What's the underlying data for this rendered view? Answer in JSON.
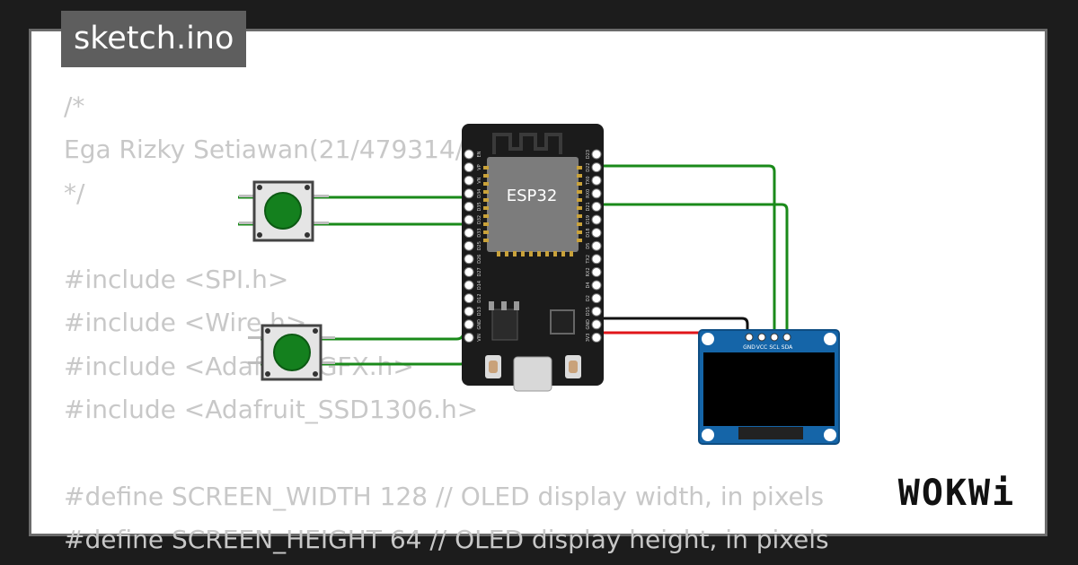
{
  "file_tab": {
    "label": "sketch.ino"
  },
  "code_lines": [
    "/*",
    "Ega Rizky Setiawan(21/479314/SV/19455)",
    "*/",
    "",
    "#include <SPI.h>",
    "#include <Wire.h>",
    "#include <Adafruit_GFX.h>",
    "#include <Adafruit_SSD1306.h>",
    "",
    "#define SCREEN_WIDTH 128 // OLED display width, in pixels",
    "#define SCREEN_HEIGHT 64 // OLED display height, in pixels"
  ],
  "esp32": {
    "label": "ESP32",
    "left_pins": [
      "EN",
      "VP",
      "VN",
      "D34",
      "D35",
      "D32",
      "D33",
      "D25",
      "D26",
      "D27",
      "D14",
      "D12",
      "D13",
      "GND",
      "VIN"
    ],
    "right_pins": [
      "D23",
      "D22",
      "TX0",
      "RX0",
      "D21",
      "D19",
      "D18",
      "D5",
      "TX2",
      "RX2",
      "D4",
      "D2",
      "D15",
      "GND",
      "3V3"
    ]
  },
  "oled": {
    "pins": [
      "GND",
      "VCC",
      "SCL",
      "SDA"
    ]
  },
  "logo": {
    "text": "WOKWi"
  },
  "colors": {
    "wire_green": "#1a8a1a",
    "wire_red": "#e0151a",
    "wire_black": "#111111",
    "board": "#1b1b1b",
    "oled_pcb": "#1565a8",
    "button": "#14801e",
    "code_text": "#c8c8c8"
  }
}
